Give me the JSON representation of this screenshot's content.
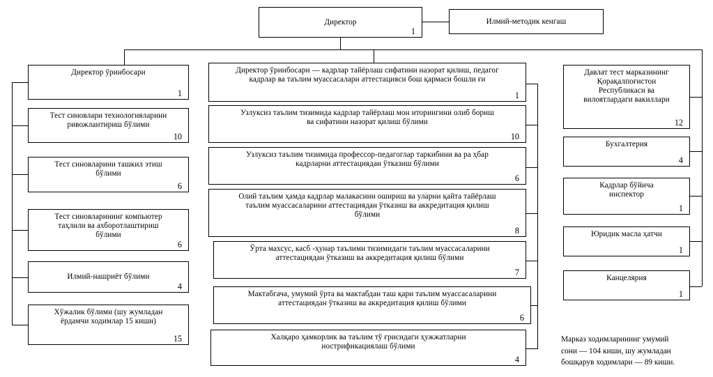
{
  "diagram": {
    "title_box": {
      "label": "Директор",
      "count": "1"
    },
    "council_box": {
      "label": "Илмий-методик кенгаш",
      "count": ""
    },
    "left_column": [
      {
        "label": "Директор ўринбосари",
        "count": "1"
      },
      {
        "label": "Тест синовлари технологияларини\nривожлантириш бўлими",
        "count": "10"
      },
      {
        "label": "Тест синовларини ташкил этиш\nбўлими",
        "count": "6"
      },
      {
        "label": "Тест синовларининг компьютер\nтаҳлили ва ахборотлаштириш\nбўлими",
        "count": "6"
      },
      {
        "label": "Илмий-нашриёт бўлими",
        "count": "4"
      },
      {
        "label": "Хўжалик бўлими (шу жумладан\nёрдамчи ходимлар  15 киши)",
        "count": "15"
      }
    ],
    "center_column": [
      {
        "label": "Директор ўринбосари   — кадрлар тайёрлаш сифатини назорат    қилиш, педагог\nкадрлар ва таълим муассасалари аттестацияси бош   қармаси бошли ғи",
        "count": "1"
      },
      {
        "label": "Узлуксиз таълим тизимида кадрлар тайёрлаш мон    иторингини олиб бориш\nва сифатини назорат  қилиш бўлими",
        "count": "10"
      },
      {
        "label": "Узлуксиз таълим тизимида  профессор-педагоглар таркибини ва ра  ҳбар\nкадрларни аттестациядан ўтказиш бўлими",
        "count": "6"
      },
      {
        "label": "Олий таълим  ҳамда кадрлар малакасини ошириш ва уларни    қайта тайёрлаш\nтаълим муассасаларини аттестациядан ўтказиш ва аккредитация    қилиш\nбўлими",
        "count": "8"
      },
      {
        "label": "Ўрта махсус, касб -ҳунар таълими тизимидаги таълим муассасаларини\nаттестациядан ўтказиш ва аккредитация   қилиш бўлими",
        "count": "7"
      },
      {
        "label": "Мактабгача, умумий ўрта ва мактабдан таш   қари таълим муассасаларини\nаттестациядан ўтказиш ва аккредитация   қилиш бўлими",
        "count": "6"
      },
      {
        "label": "Халқаро ҳамкорлик ва таълим тў  ғрисидаги  ҳужжатларни\nнострификациялаш бўлими",
        "count": "4"
      }
    ],
    "right_column": [
      {
        "label": "Давлат тест марказининг\nҚорақалпоғистон\nРеспубликаси ва\nвилоятлардаги вакиллари",
        "count": "12"
      },
      {
        "label": "Бухгалтерия",
        "count": "4"
      },
      {
        "label": "Кадрлар бўйича\nинспектор",
        "count": "1"
      },
      {
        "label": "Юридик масла ҳатчи",
        "count": "1"
      },
      {
        "label": "Канцелярия",
        "count": "1"
      }
    ],
    "footnote": "Марказ   ходимларининг   умумий\nсони  —  104  киши,  шу  жумладан\nбошқарув ходимлари  —  89 киши."
  }
}
